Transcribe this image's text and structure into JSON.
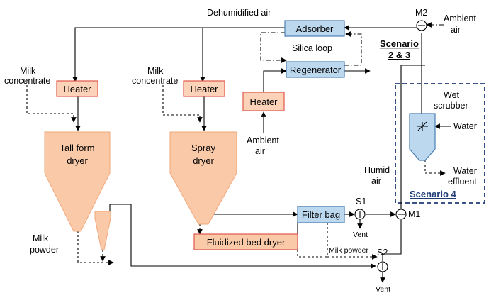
{
  "labels": {
    "dehumidified_air": "Dehumidified air",
    "m2": "M2",
    "ambient_air_top_1": "Ambient",
    "ambient_air_top_2": "air",
    "adsorber": "Adsorber",
    "scenario23_1": "Scenario",
    "scenario23_2": "2 & 3",
    "silica_loop": "Silica loop",
    "regenerator": "Regenerator",
    "milk_conc_left_1": "Milk",
    "milk_conc_left_2": "concentrate",
    "heater_left": "Heater",
    "milk_conc_mid_1": "Milk",
    "milk_conc_mid_2": "concentrate",
    "heater_mid": "Heater",
    "heater_right": "Heater",
    "ambient_air_mid_1": "Ambient",
    "ambient_air_mid_2": "air",
    "wet_scrubber_1": "Wet",
    "wet_scrubber_2": "scrubber",
    "water": "Water",
    "water_effluent_1": "Water",
    "water_effluent_2": "effluent",
    "humid_air_1": "Humid",
    "humid_air_2": "air",
    "scenario4": "Scenario 4",
    "tall_form_dryer_1": "Tall form",
    "tall_form_dryer_2": "dryer",
    "spray_dryer_1": "Spray",
    "spray_dryer_2": "dryer",
    "filter_bag": "Filter bag",
    "s1": "S1",
    "m1": "M1",
    "vent_1": "Vent",
    "milk_powder_right": "Milk powder",
    "fluidized_bed_dryer": "Fluidized bed dryer",
    "s2": "S2",
    "vent_2": "Vent",
    "milk_powder_left_1": "Milk",
    "milk_powder_left_2": "powder"
  }
}
